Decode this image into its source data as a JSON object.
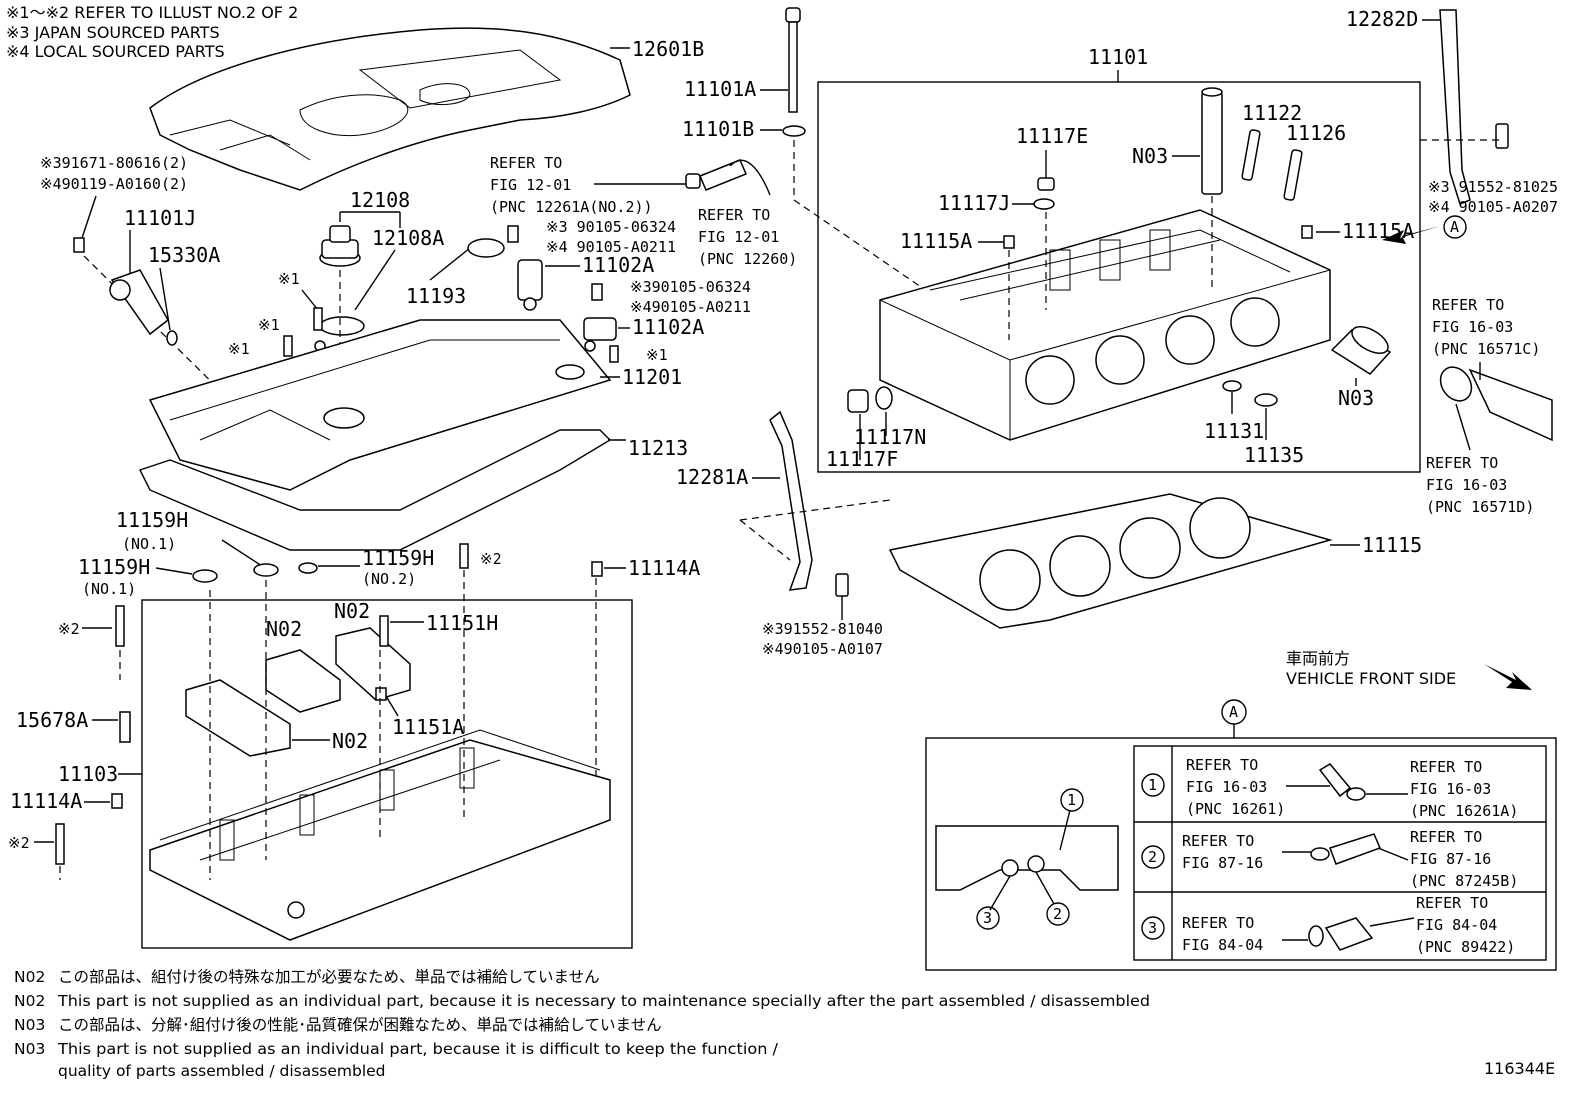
{
  "header_notes": [
    "※1～※2  REFER TO ILLUST NO.2 OF 2",
    "※3 JAPAN SOURCED PARTS",
    "※4 LOCAL SOURCED PARTS"
  ],
  "labels": {
    "p12601B": "12601B",
    "p12282D": "12282D",
    "p11101": "11101",
    "p11101A": "11101A",
    "p11101B": "11101B",
    "p11101J": "11101J",
    "p15330A": "15330A",
    "p12108": "12108",
    "p12108A": "12108A",
    "p11193": "11193",
    "p11102A_1": "11102A",
    "p11102A_2": "11102A",
    "p11201": "11201",
    "p11213": "11213",
    "p11122": "11122",
    "p11126": "11126",
    "p11117E": "11117E",
    "p11117J": "11117J",
    "p11115A_1": "11115A",
    "p11115A_2": "11115A",
    "pN03_1": "N03",
    "pN03_2": "N03",
    "p11117N": "11117N",
    "p11117F": "11117F",
    "p11131": "11131",
    "p11135": "11135",
    "p12281A": "12281A",
    "p11115": "11115",
    "p11159H_1": "11159H",
    "p11159H_1sub": "(NO.1)",
    "p11159H_2": "11159H",
    "p11159H_2sub": "(NO.1)",
    "p11159H_3": "11159H",
    "p11159H_3sub": "(NO.2)",
    "p11114A_1": "11114A",
    "p11114A_2": "11114A",
    "pN02_1": "N02",
    "pN02_2": "N02",
    "pN02_3": "N02",
    "p11151H": "11151H",
    "p11151A": "11151A",
    "p15678A": "15678A",
    "p11103": "11103",
    "star1_a": "※1",
    "star1_b": "※1",
    "star1_c": "※1",
    "star1_d": "※1",
    "star2_a": "※2",
    "star2_b": "※2",
    "star2_c": "※2",
    "bolt_a1": "※391671-80616(2)",
    "bolt_a2": "※490119-A0160(2)",
    "bolt_b1": "※3 90105-06324",
    "bolt_b2": "※4 90105-A0211",
    "bolt_c1": "※390105-06324",
    "bolt_c2": "※490105-A0211",
    "bolt_d1": "※3 91552-81025",
    "bolt_d2": "※4 90105-A0207",
    "bolt_e1": "※391552-81040",
    "bolt_e2": "※490105-A0107",
    "ref1_1": "REFER TO",
    "ref1_2": "FIG 12-01",
    "ref1_3": "(PNC 12261A(NO.2))",
    "ref2_1": "REFER TO",
    "ref2_2": "FIG 12-01",
    "ref2_3": "(PNC 12260)",
    "ref3_1": "REFER TO",
    "ref3_2": "FIG 16-03",
    "ref3_3": "(PNC 16571C)",
    "ref4_1": "REFER TO",
    "ref4_2": "FIG 16-03",
    "ref4_3": "(PNC 16571D)",
    "vehicle_jp": "車両前方",
    "vehicle_en": "VEHICLE FRONT SIDE",
    "callout_A": "A",
    "callout_A2": "A",
    "diagram_id": "116344E"
  },
  "detail_table": [
    {
      "num": "1",
      "left": [
        "REFER TO",
        "FIG 16-03",
        "(PNC 16261)"
      ],
      "right": [
        "REFER TO",
        "FIG 16-03",
        "(PNC 16261A)"
      ]
    },
    {
      "num": "2",
      "left": [
        "REFER TO",
        "FIG 87-16",
        ""
      ],
      "right": [
        "REFER TO",
        "FIG 87-16",
        "(PNC 87245B)"
      ]
    },
    {
      "num": "3",
      "left": [
        "REFER TO",
        "FIG 84-04",
        ""
      ],
      "right": [
        "REFER TO",
        "FIG 84-04",
        "(PNC 89422)"
      ]
    }
  ],
  "detail_markers": [
    "1",
    "2",
    "3"
  ],
  "footnotes": [
    {
      "code": "N02",
      "text": "この部品は、組付け後の特殊な加工が必要なため、単品では補給していません"
    },
    {
      "code": "N02",
      "text": "This part is not supplied as an individual part, because it is necessary to maintenance specially after the part assembled / disassembled"
    },
    {
      "code": "N03",
      "text": "この部品は、分解･組付け後の性能･品質確保が困難なため、単品では補給していません"
    },
    {
      "code": "N03",
      "text": "This part is not supplied as an individual part, because it is difficult to keep the function /"
    },
    {
      "code": "",
      "text": "quality of parts  assembled / disassembled"
    }
  ]
}
